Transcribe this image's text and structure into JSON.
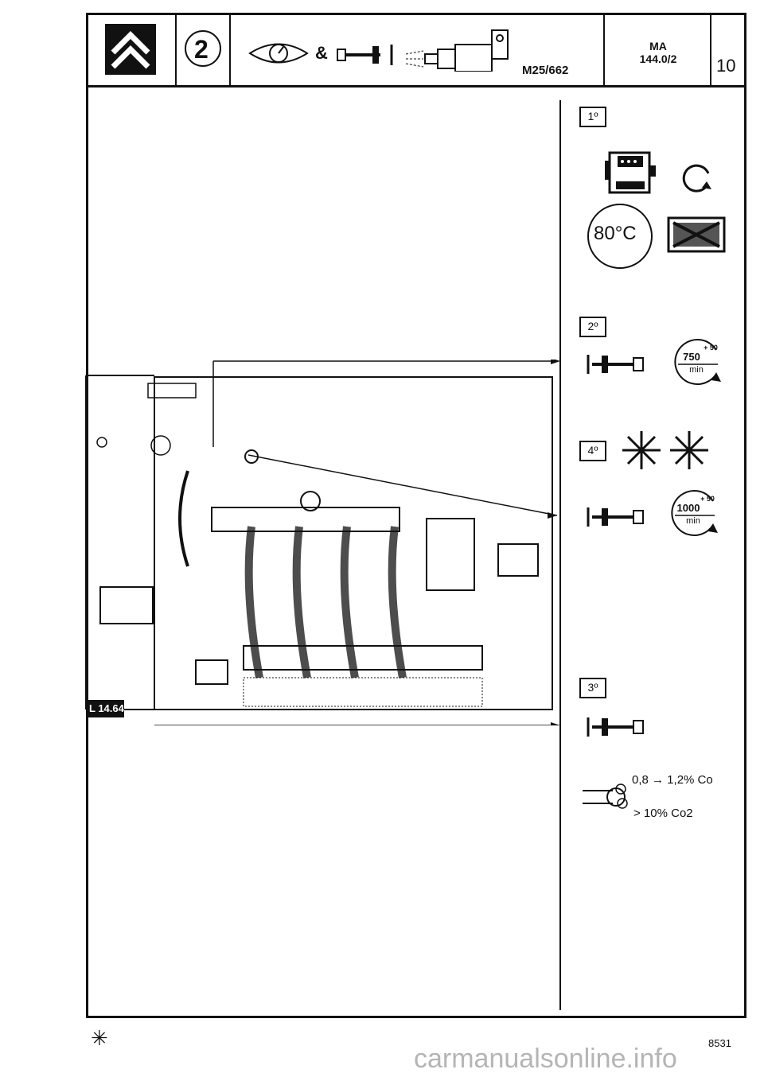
{
  "header": {
    "step_number": "2",
    "code": "M25/662",
    "ref_line1": "MA",
    "ref_line2": "144.0/2",
    "page_section": "10",
    "ampersand": "&"
  },
  "diagram": {
    "label": "L 14.64"
  },
  "steps": {
    "step1": {
      "label": "1º",
      "temperature": "80°C"
    },
    "step2": {
      "label": "2º",
      "rpm": "750",
      "tolerance": "+ 50",
      "unit": "min"
    },
    "step4": {
      "label": "4º",
      "rpm": "1000",
      "tolerance": "+ 50",
      "unit": "min"
    },
    "step3": {
      "label": "3º",
      "co_range": "0,8 → 1,2% Co",
      "co2_min": "> 10% Co2"
    }
  },
  "footer": {
    "symbol": "✳",
    "page_number": "8531",
    "watermark": "carmanualsonline.info"
  },
  "icons": [
    "citroen-logo-icon",
    "tachometer-eye-icon",
    "adjust-screw-icon",
    "injector-icon",
    "engine-icon",
    "rotation-arrow-icon",
    "fan-off-icon",
    "snowflake-icon",
    "exhaust-probe-icon"
  ]
}
